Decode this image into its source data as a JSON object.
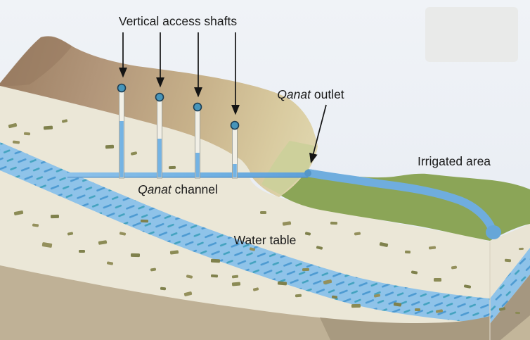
{
  "labels": {
    "vertical_access_shafts": "Vertical access shafts",
    "qanat_outlet_italic": "Qanat",
    "qanat_outlet_rest": " outlet",
    "irrigated_area": "Irrigated area",
    "qanat_channel_italic": "Qanat",
    "qanat_channel_rest": " channel",
    "water_table": "Water table"
  },
  "features": {
    "access_shaft_count": 4
  },
  "colors": {
    "background_top": "#f0f3f7",
    "background_bottom": "#e7ecf2",
    "placeholder_box": "#e9eae9",
    "hill_dark_brown": "#9c7f63",
    "hill_light_sand": "#e0d7af",
    "subsoil_cream": "#ebe7d7",
    "lower_soil_tan": "#bfb196",
    "base_brown": "#a89a80",
    "base_bevel": "#c3b69a",
    "right_face_cream": "#e9e4d4",
    "water_table_blue": "#8fc3e9",
    "water_dash_blue": "#4e9bd2",
    "water_dash_teal": "#44a3c0",
    "channel_blue": "#74b3e3",
    "stream_blue": "#6fadde",
    "outlet_dot_blue": "#5596c8",
    "shaft_dot_teal": "#4795ba",
    "shaft_dot_outline": "#1d3d52",
    "irrigated_green": "#8ba557",
    "pale_green_slope": "#cdd09b",
    "rock_olive": "#8b8b55",
    "label_text": "#1a1a1a"
  }
}
